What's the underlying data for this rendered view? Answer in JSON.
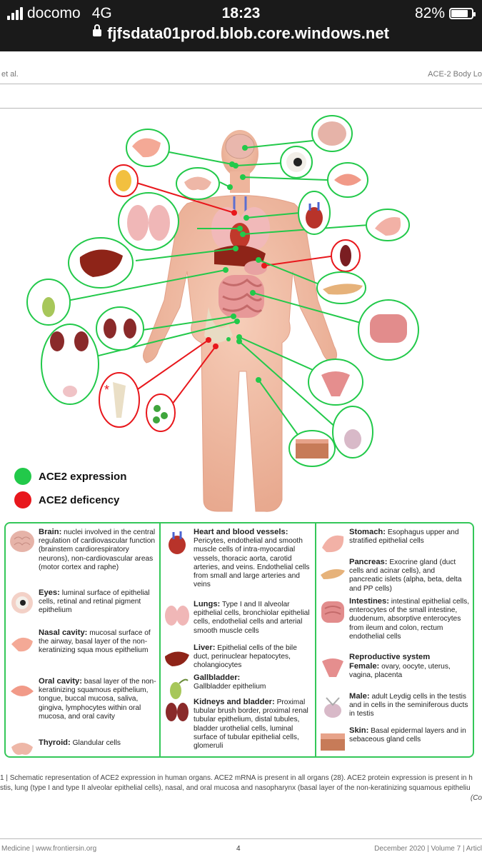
{
  "status_bar": {
    "carrier": "docomo",
    "network": "4G",
    "time": "18:23",
    "battery": "82%",
    "battery_level": 0.82,
    "url": "fjfsdata01prod.blob.core.windows.net"
  },
  "page_header": {
    "left": "et al.",
    "right": "ACE-2 Body Lo"
  },
  "legend": {
    "expression_label": "ACE2 expression",
    "deficiency_label": "ACE2 deficency",
    "expression_color": "#22c94a",
    "deficiency_color": "#e8171c"
  },
  "entries": {
    "brain": {
      "title": "Brain:",
      "text": " nuclei involved in the central regulation of cardiovascular function (brainstem cardiorespiratory neurons), non-cardiovascular areas (motor cortex and raphe)"
    },
    "eyes": {
      "title": "Eyes:",
      "text": " luminal surface of epithelial cells, retinal and retinal pigment epithelium"
    },
    "nasal": {
      "title": "Nasal cavity:",
      "text": " mucosal surface of the airway, basal layer of the non-keratinizing squa mous epithelium"
    },
    "oral": {
      "title": "Oral cavity:",
      "text": " basal layer of the non-keratinizing squamous epithelium, tongue, buccal mucosa, saliva, gingiva, lymphocytes within oral mucosa, and oral cavity"
    },
    "thyroid": {
      "title": "Thyroid:",
      "text": " Glandular cells"
    },
    "heart": {
      "title": "Heart and blood vessels:",
      "text": "Pericytes, endothelial and smooth muscle cells of intra-myocardial vessels, thoracic aorta, carotid arteries, and veins. Endothelial cells from small and large arteries and veins"
    },
    "lungs": {
      "title": "Lungs:",
      "text": " Type I and II alveolar epithelial cells, bronchiolar epithelial cells, endothelial cells and arterial smooth muscle cells"
    },
    "liver": {
      "title": "Liver:",
      "text": " Epithelial cells of the bile duct, perinuclear hepatocytes, cholangiocytes"
    },
    "gallbladder": {
      "title": "Gallbladder:",
      "text": "Gallbladder epithelium"
    },
    "kidneys": {
      "title": "Kidneys and bladder:",
      "text": " Proximal tubular brush border, proximal renal tubular epithelium, distal tubules, bladder urothelial cells, luminal surface of tubular epithelial cells, glomeruli"
    },
    "stomach": {
      "title": "Stomach:",
      "text": " Esophagus upper and stratified epithelial cells"
    },
    "pancreas": {
      "title": "Pancreas:",
      "text": " Exocrine gland (duct cells and acinar cells), and pancreatic islets (alpha, beta, delta and PP cells)"
    },
    "intestines": {
      "title": "Intestines:",
      "text": " intestinal epithelial cells, enterocytes of the small intestine, duodenum, absorptive enterocytes from ileum and colon, rectum endothelial cells"
    },
    "repro": {
      "title": "Reproductive system",
      "female_title": "Female:",
      "female_text": " ovary, oocyte, uterus, vagina, placenta"
    },
    "male": {
      "title": "Male:",
      "text": " adult Leydig cells in the testis and in cells in the seminiferous ducts in testis"
    },
    "skin": {
      "title": "Skin:",
      "text": " Basal epidermal layers and in sebaceous gland cells"
    }
  },
  "caption": {
    "line1": "1 | Schematic representation of ACE2 expression in human organs. ACE2 mRNA is present in all organs (28). ACE2 protein expression is present in h",
    "line2": "stis, lung (type I and type II alveolar epithelial cells), nasal, and oral mucosa and nasopharynx (basal layer of the non-keratinizing squamous epitheliu",
    "line3": "(Co"
  },
  "footer": {
    "left": "Medicine | www.frontiersin.org",
    "page": "4",
    "right": "December 2020 | Volume 7 | Articl"
  }
}
